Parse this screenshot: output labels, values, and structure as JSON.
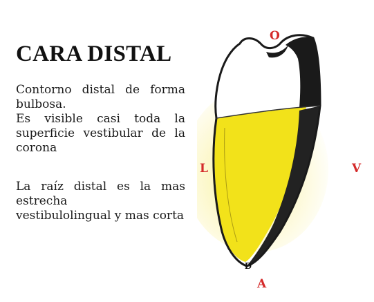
{
  "title": "CARA DISTAL",
  "description": {
    "paragraph_1": {
      "line_1": "Contorno distal de forma bulbosa.",
      "line_2": "Es visible casi toda la superficie vestibular de la corona"
    },
    "paragraph_2": {
      "line_1": "La raíz distal es la mas estrecha",
      "line_2": "vestibulolingual y mas corta"
    }
  },
  "figure": {
    "orientation_labels": {
      "top": "O",
      "left": "L",
      "right": "V",
      "bottom": "A"
    },
    "surface_label": "D",
    "colors": {
      "orientation_label": "#d42a2a",
      "root_fill": "#f2e21a",
      "crown_outline": "#1a1a1a"
    }
  }
}
